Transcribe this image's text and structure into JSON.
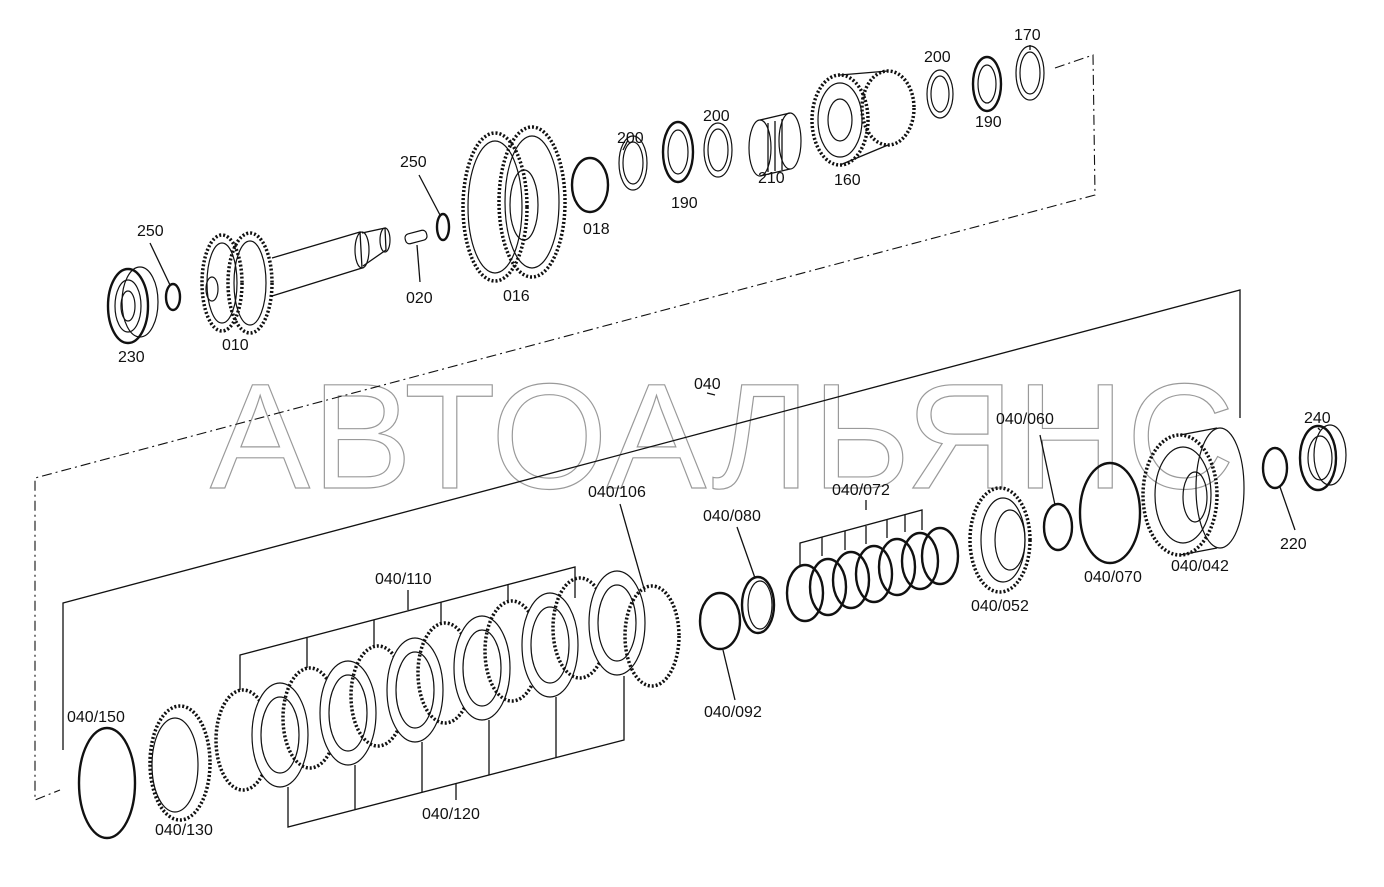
{
  "watermark": "АВТОАЛЬЯНС",
  "labels": {
    "p230": "230",
    "p250a": "250",
    "p010": "010",
    "p250b": "250",
    "p020": "020",
    "p016": "016",
    "p018": "018",
    "p200a": "200",
    "p190a": "190",
    "p200b": "200",
    "p210": "210",
    "p160": "160",
    "p200c": "200",
    "p190b": "190",
    "p170": "170",
    "p040": "040",
    "p040_060": "040/060",
    "p240": "240",
    "p040_106": "040/106",
    "p040_080": "040/080",
    "p040_072": "040/072",
    "p040_110": "040/110",
    "p040_052": "040/052",
    "p040_070": "040/070",
    "p040_042": "040/042",
    "p220": "220",
    "p040_092": "040/092",
    "p040_150": "040/150",
    "p040_130": "040/130",
    "p040_120": "040/120"
  }
}
